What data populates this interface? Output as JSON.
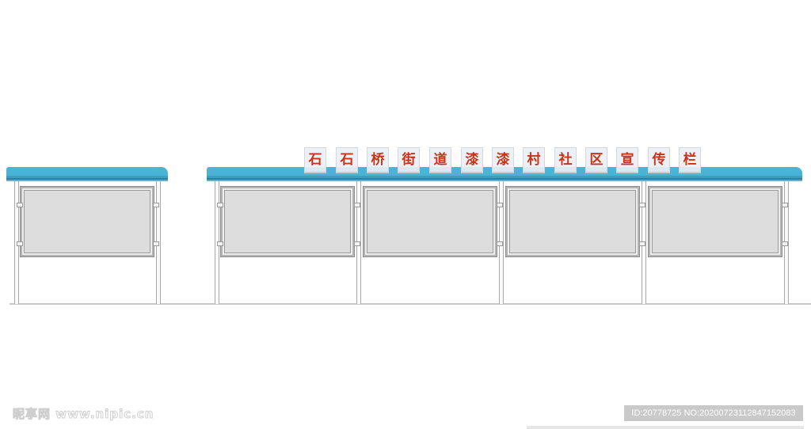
{
  "title_signs": [
    "石",
    "石",
    "桥",
    "街",
    "道",
    "漆",
    "漆",
    "村",
    "社",
    "区",
    "宣",
    "传",
    "栏"
  ],
  "title_text": "石石桥街道漆漆村社区宣传栏",
  "colors": {
    "roof": "#4ab4d6",
    "sign_text": "#c8331a",
    "board_fill": "#dddddd",
    "frame": "#b4b4b4"
  },
  "structures": [
    {
      "name": "single-panel-board",
      "panels": 1
    },
    {
      "name": "four-panel-board",
      "panels": 4
    }
  ],
  "watermark": {
    "text": "昵享网 www.nipic.cn"
  },
  "image_id": {
    "text": "ID:20778725 NO:20200723112847152083"
  }
}
